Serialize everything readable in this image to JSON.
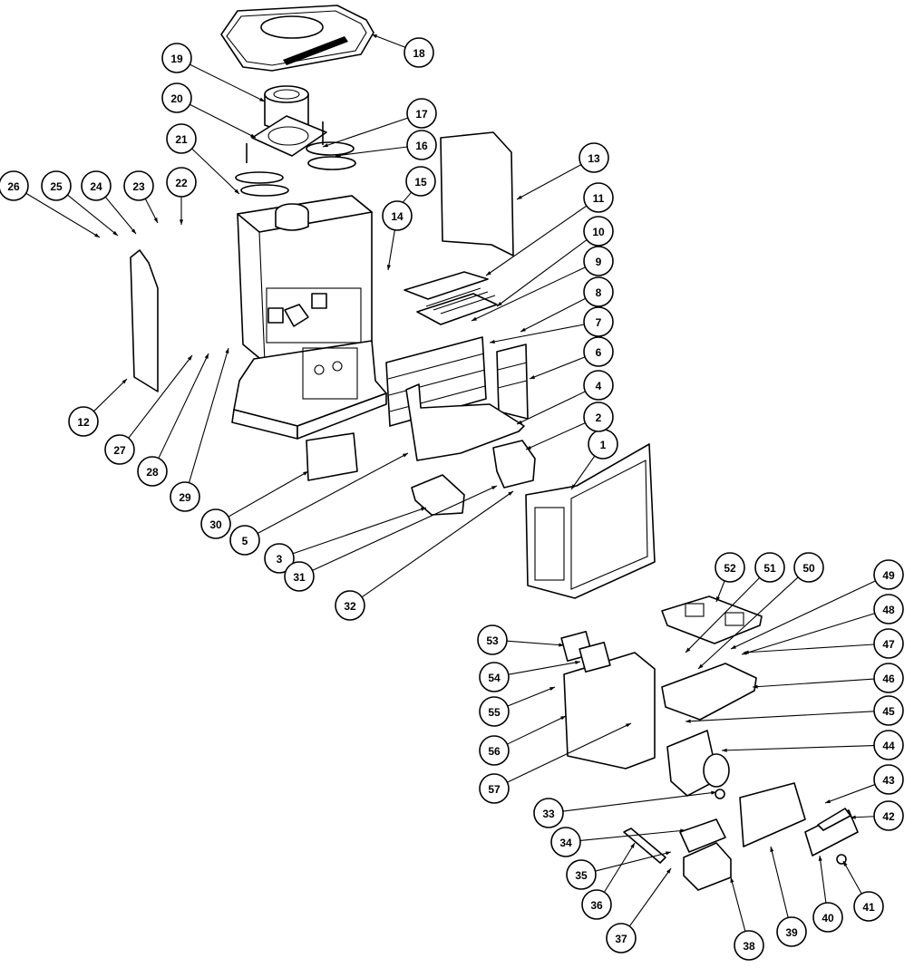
{
  "callouts": [
    {
      "n": "1"
    },
    {
      "n": "2"
    },
    {
      "n": "3"
    },
    {
      "n": "4"
    },
    {
      "n": "5"
    },
    {
      "n": "6"
    },
    {
      "n": "7"
    },
    {
      "n": "8"
    },
    {
      "n": "9"
    },
    {
      "n": "10"
    },
    {
      "n": "11"
    },
    {
      "n": "12"
    },
    {
      "n": "13"
    },
    {
      "n": "14"
    },
    {
      "n": "15"
    },
    {
      "n": "16"
    },
    {
      "n": "17"
    },
    {
      "n": "18"
    },
    {
      "n": "19"
    },
    {
      "n": "20"
    },
    {
      "n": "21"
    },
    {
      "n": "22"
    },
    {
      "n": "23"
    },
    {
      "n": "24"
    },
    {
      "n": "25"
    },
    {
      "n": "26"
    },
    {
      "n": "27"
    },
    {
      "n": "28"
    },
    {
      "n": "29"
    },
    {
      "n": "30"
    },
    {
      "n": "31"
    },
    {
      "n": "32"
    },
    {
      "n": "33"
    },
    {
      "n": "34"
    },
    {
      "n": "35"
    },
    {
      "n": "36"
    },
    {
      "n": "37"
    },
    {
      "n": "38"
    },
    {
      "n": "39"
    },
    {
      "n": "40"
    },
    {
      "n": "41"
    },
    {
      "n": "42"
    },
    {
      "n": "43"
    },
    {
      "n": "44"
    },
    {
      "n": "45"
    },
    {
      "n": "46"
    },
    {
      "n": "47"
    },
    {
      "n": "48"
    },
    {
      "n": "49"
    },
    {
      "n": "50"
    },
    {
      "n": "51"
    },
    {
      "n": "52"
    },
    {
      "n": "53"
    },
    {
      "n": "54"
    },
    {
      "n": "55"
    },
    {
      "n": "56"
    },
    {
      "n": "57"
    }
  ]
}
